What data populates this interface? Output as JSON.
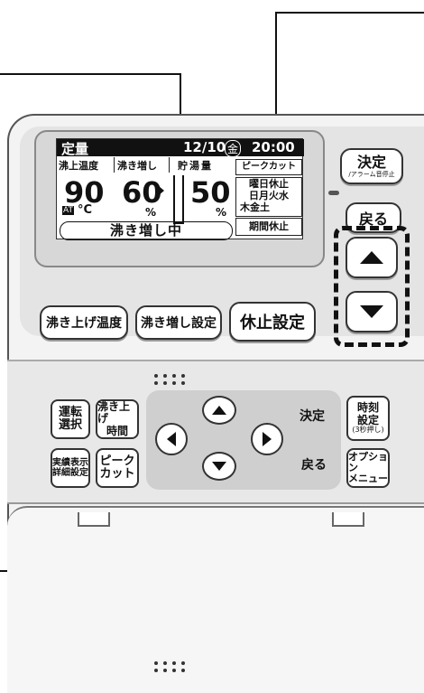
{
  "lcd": {
    "mode": "定量",
    "date": "12/10",
    "weekday": "金",
    "time": "20:00",
    "col_boil_temp": "沸上温度",
    "col_reheat": "沸き増し",
    "col_storage": "貯湯量",
    "peak_cut": "ピークカット",
    "boil_temp_value": "90",
    "at_badge": "AT",
    "temp_unit": "°C",
    "reheat_value": "60",
    "reheat_unit": "%",
    "storage_value": "50",
    "storage_unit": "%",
    "status": "沸き増し中",
    "weekday_off": "曜日休止",
    "days_row1": "日月火水",
    "days_row2": "木金土",
    "period_off": "期間休止"
  },
  "buttons": {
    "confirm": "決定",
    "confirm_sub": "/アラーム音停止",
    "back": "戻る",
    "boil_temp": "沸き上げ温度",
    "reheat_setting": "沸き増し設定",
    "pause_setting": "休止設定"
  },
  "lower_panel": {
    "mode_select": [
      "運転",
      "選択"
    ],
    "boil_time": [
      "沸き上げ",
      "時間"
    ],
    "record": [
      "実績表示",
      "詳細設定"
    ],
    "peak_cut": [
      "ピーク",
      "カット"
    ],
    "confirm": "決定",
    "back": "戻る",
    "clock_set": [
      "時刻",
      "設定",
      "(3秒押し)"
    ],
    "option_menu": [
      "オプション",
      "メニュー"
    ]
  }
}
